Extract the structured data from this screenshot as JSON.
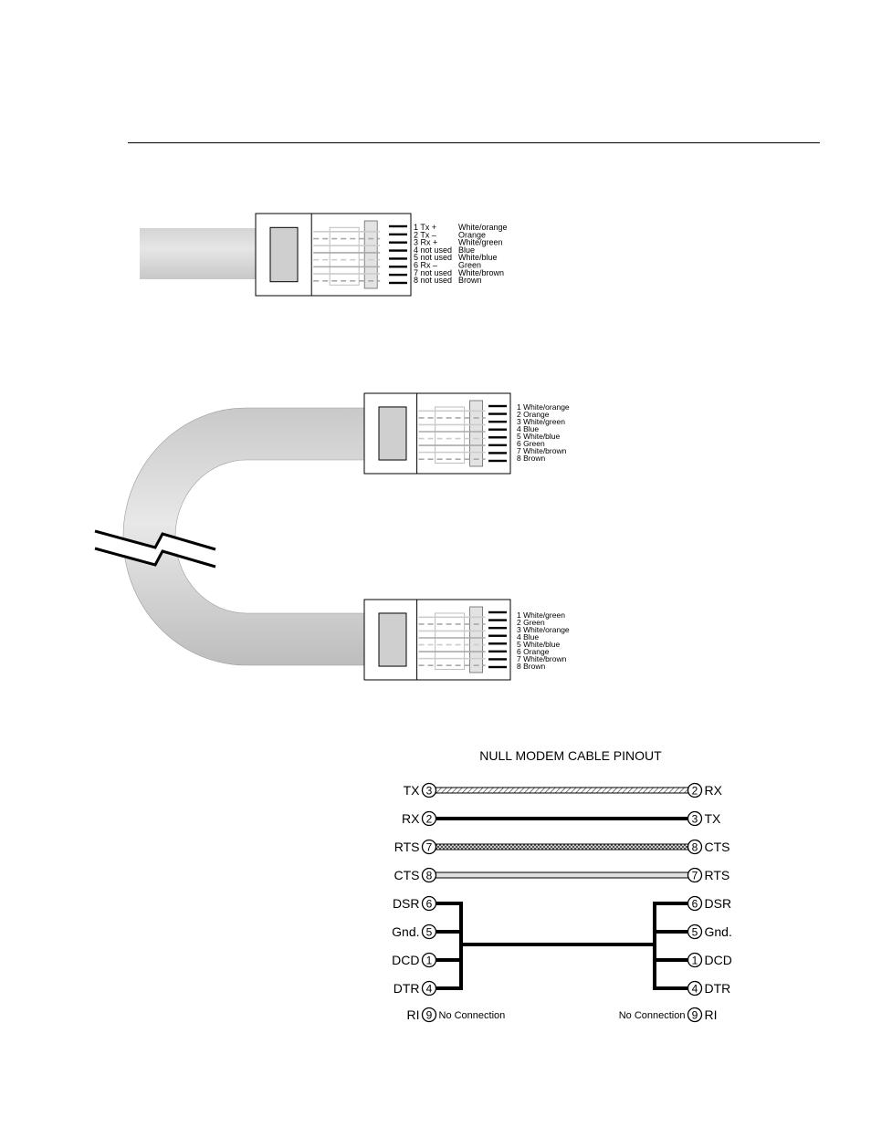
{
  "figure1": {
    "pins": [
      {
        "num": "1",
        "signal": "Tx +",
        "color": "White/orange"
      },
      {
        "num": "2",
        "signal": "Tx –",
        "color": "Orange"
      },
      {
        "num": "3",
        "signal": "Rx +",
        "color": "White/green"
      },
      {
        "num": "4",
        "signal": "not used",
        "color": "Blue"
      },
      {
        "num": "5",
        "signal": "not used",
        "color": "White/blue"
      },
      {
        "num": "6",
        "signal": "Rx –",
        "color": "Green"
      },
      {
        "num": "7",
        "signal": "not used",
        "color": "White/brown"
      },
      {
        "num": "8",
        "signal": "not used",
        "color": "Brown"
      }
    ]
  },
  "figure2": {
    "top_pins": [
      {
        "num": "1",
        "color": "White/orange"
      },
      {
        "num": "2",
        "color": "Orange"
      },
      {
        "num": "3",
        "color": "White/green"
      },
      {
        "num": "4",
        "color": "Blue"
      },
      {
        "num": "5",
        "color": "White/blue"
      },
      {
        "num": "6",
        "color": "Green"
      },
      {
        "num": "7",
        "color": "White/brown"
      },
      {
        "num": "8",
        "color": "Brown"
      }
    ],
    "bottom_pins": [
      {
        "num": "1",
        "color": "White/green"
      },
      {
        "num": "2",
        "color": "Green"
      },
      {
        "num": "3",
        "color": "White/orange"
      },
      {
        "num": "4",
        "color": "Blue"
      },
      {
        "num": "5",
        "color": "White/blue"
      },
      {
        "num": "6",
        "color": "Orange"
      },
      {
        "num": "7",
        "color": "White/brown"
      },
      {
        "num": "8",
        "color": "Brown"
      }
    ]
  },
  "null_modem": {
    "title": "NULL MODEM CABLE PINOUT",
    "crossed_rows": [
      {
        "left_label": "TX",
        "left_pin": "3",
        "right_pin": "2",
        "right_label": "RX",
        "style": "hatched"
      },
      {
        "left_label": "RX",
        "left_pin": "2",
        "right_pin": "3",
        "right_label": "TX",
        "style": "solid"
      },
      {
        "left_label": "RTS",
        "left_pin": "7",
        "right_pin": "8",
        "right_label": "CTS",
        "style": "crosshatch"
      },
      {
        "left_label": "CTS",
        "left_pin": "8",
        "right_pin": "7",
        "right_label": "RTS",
        "style": "double"
      }
    ],
    "bus_left": [
      {
        "label": "DSR",
        "pin": "6"
      },
      {
        "label": "Gnd.",
        "pin": "5"
      },
      {
        "label": "DCD",
        "pin": "1"
      },
      {
        "label": "DTR",
        "pin": "4"
      }
    ],
    "bus_right": [
      {
        "label": "DSR",
        "pin": "6"
      },
      {
        "label": "Gnd.",
        "pin": "5"
      },
      {
        "label": "DCD",
        "pin": "1"
      },
      {
        "label": "DTR",
        "pin": "4"
      }
    ],
    "ri": {
      "label": "RI",
      "pin": "9",
      "note": "No Connection"
    }
  }
}
